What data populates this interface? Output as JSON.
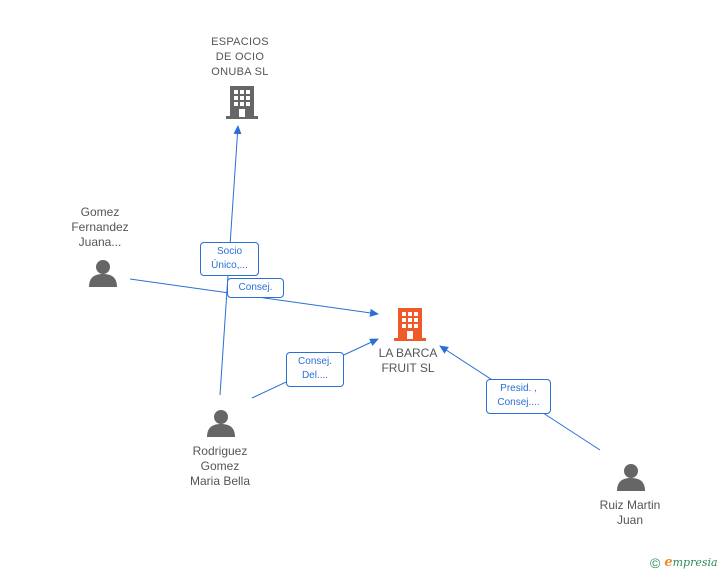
{
  "companies": {
    "espacios": {
      "label": "ESPACIOS\nDE OCIO\nONUBA SL",
      "icon": "building-icon",
      "color": "#666666"
    },
    "la_barca": {
      "label": "LA BARCA\nFRUIT SL",
      "icon": "building-icon",
      "color": "#f05a28"
    }
  },
  "people": {
    "gomez": {
      "label": "Gomez\nFernandez\nJuana...",
      "icon": "person-icon"
    },
    "rodriguez": {
      "label": "Rodriguez\nGomez\nMaria Bella",
      "icon": "person-icon"
    },
    "ruiz": {
      "label": "Ruiz Martin\nJuan",
      "icon": "person-icon"
    }
  },
  "edges": {
    "socio": "Socio\nÚnico,...",
    "consej": "Consej.",
    "consej_del": "Consej.\nDel....",
    "presid": "Presid. ,\nConsej...."
  },
  "colors": {
    "edge": "#2a6fd6",
    "person": "#666666"
  },
  "footer": {
    "copyright_symbol": "©",
    "brand_first": "e",
    "brand_rest": "mpresia"
  }
}
